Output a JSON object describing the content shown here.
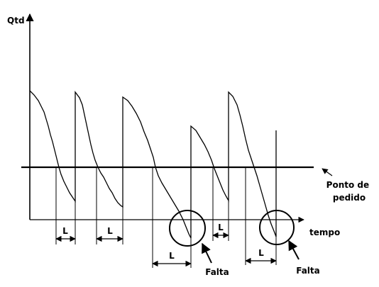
{
  "axes": {
    "y_label": "Qtd",
    "x_label": "tempo"
  },
  "reorder_point_label": [
    "Ponto de",
    "pedido"
  ],
  "lead_time_label": "L",
  "stockout_label": "Falta",
  "colors": {
    "ink": "#000000",
    "background": "#ffffff"
  }
}
